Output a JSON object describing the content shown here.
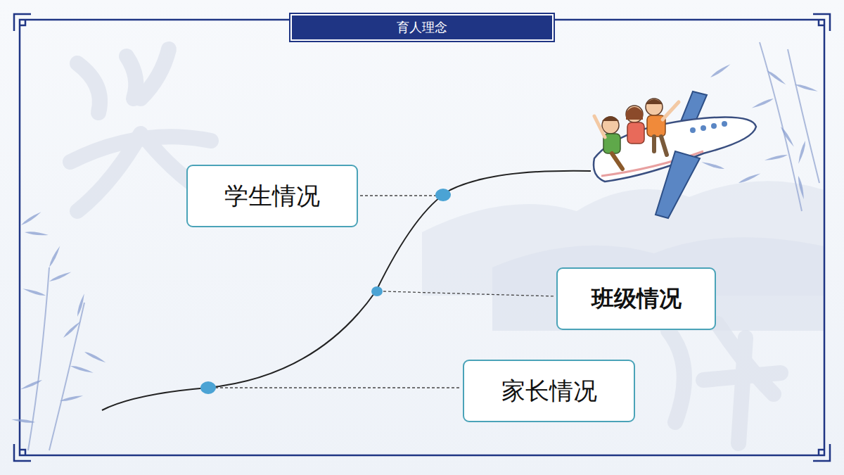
{
  "diagram": {
    "title": "育人理念",
    "nodes": [
      {
        "text": [
          "学生情况"
        ]
      },
      {
        "text": [
          "班级情况"
        ]
      },
      {
        "text": [
          "家长情况"
        ]
      }
    ]
  }
}
